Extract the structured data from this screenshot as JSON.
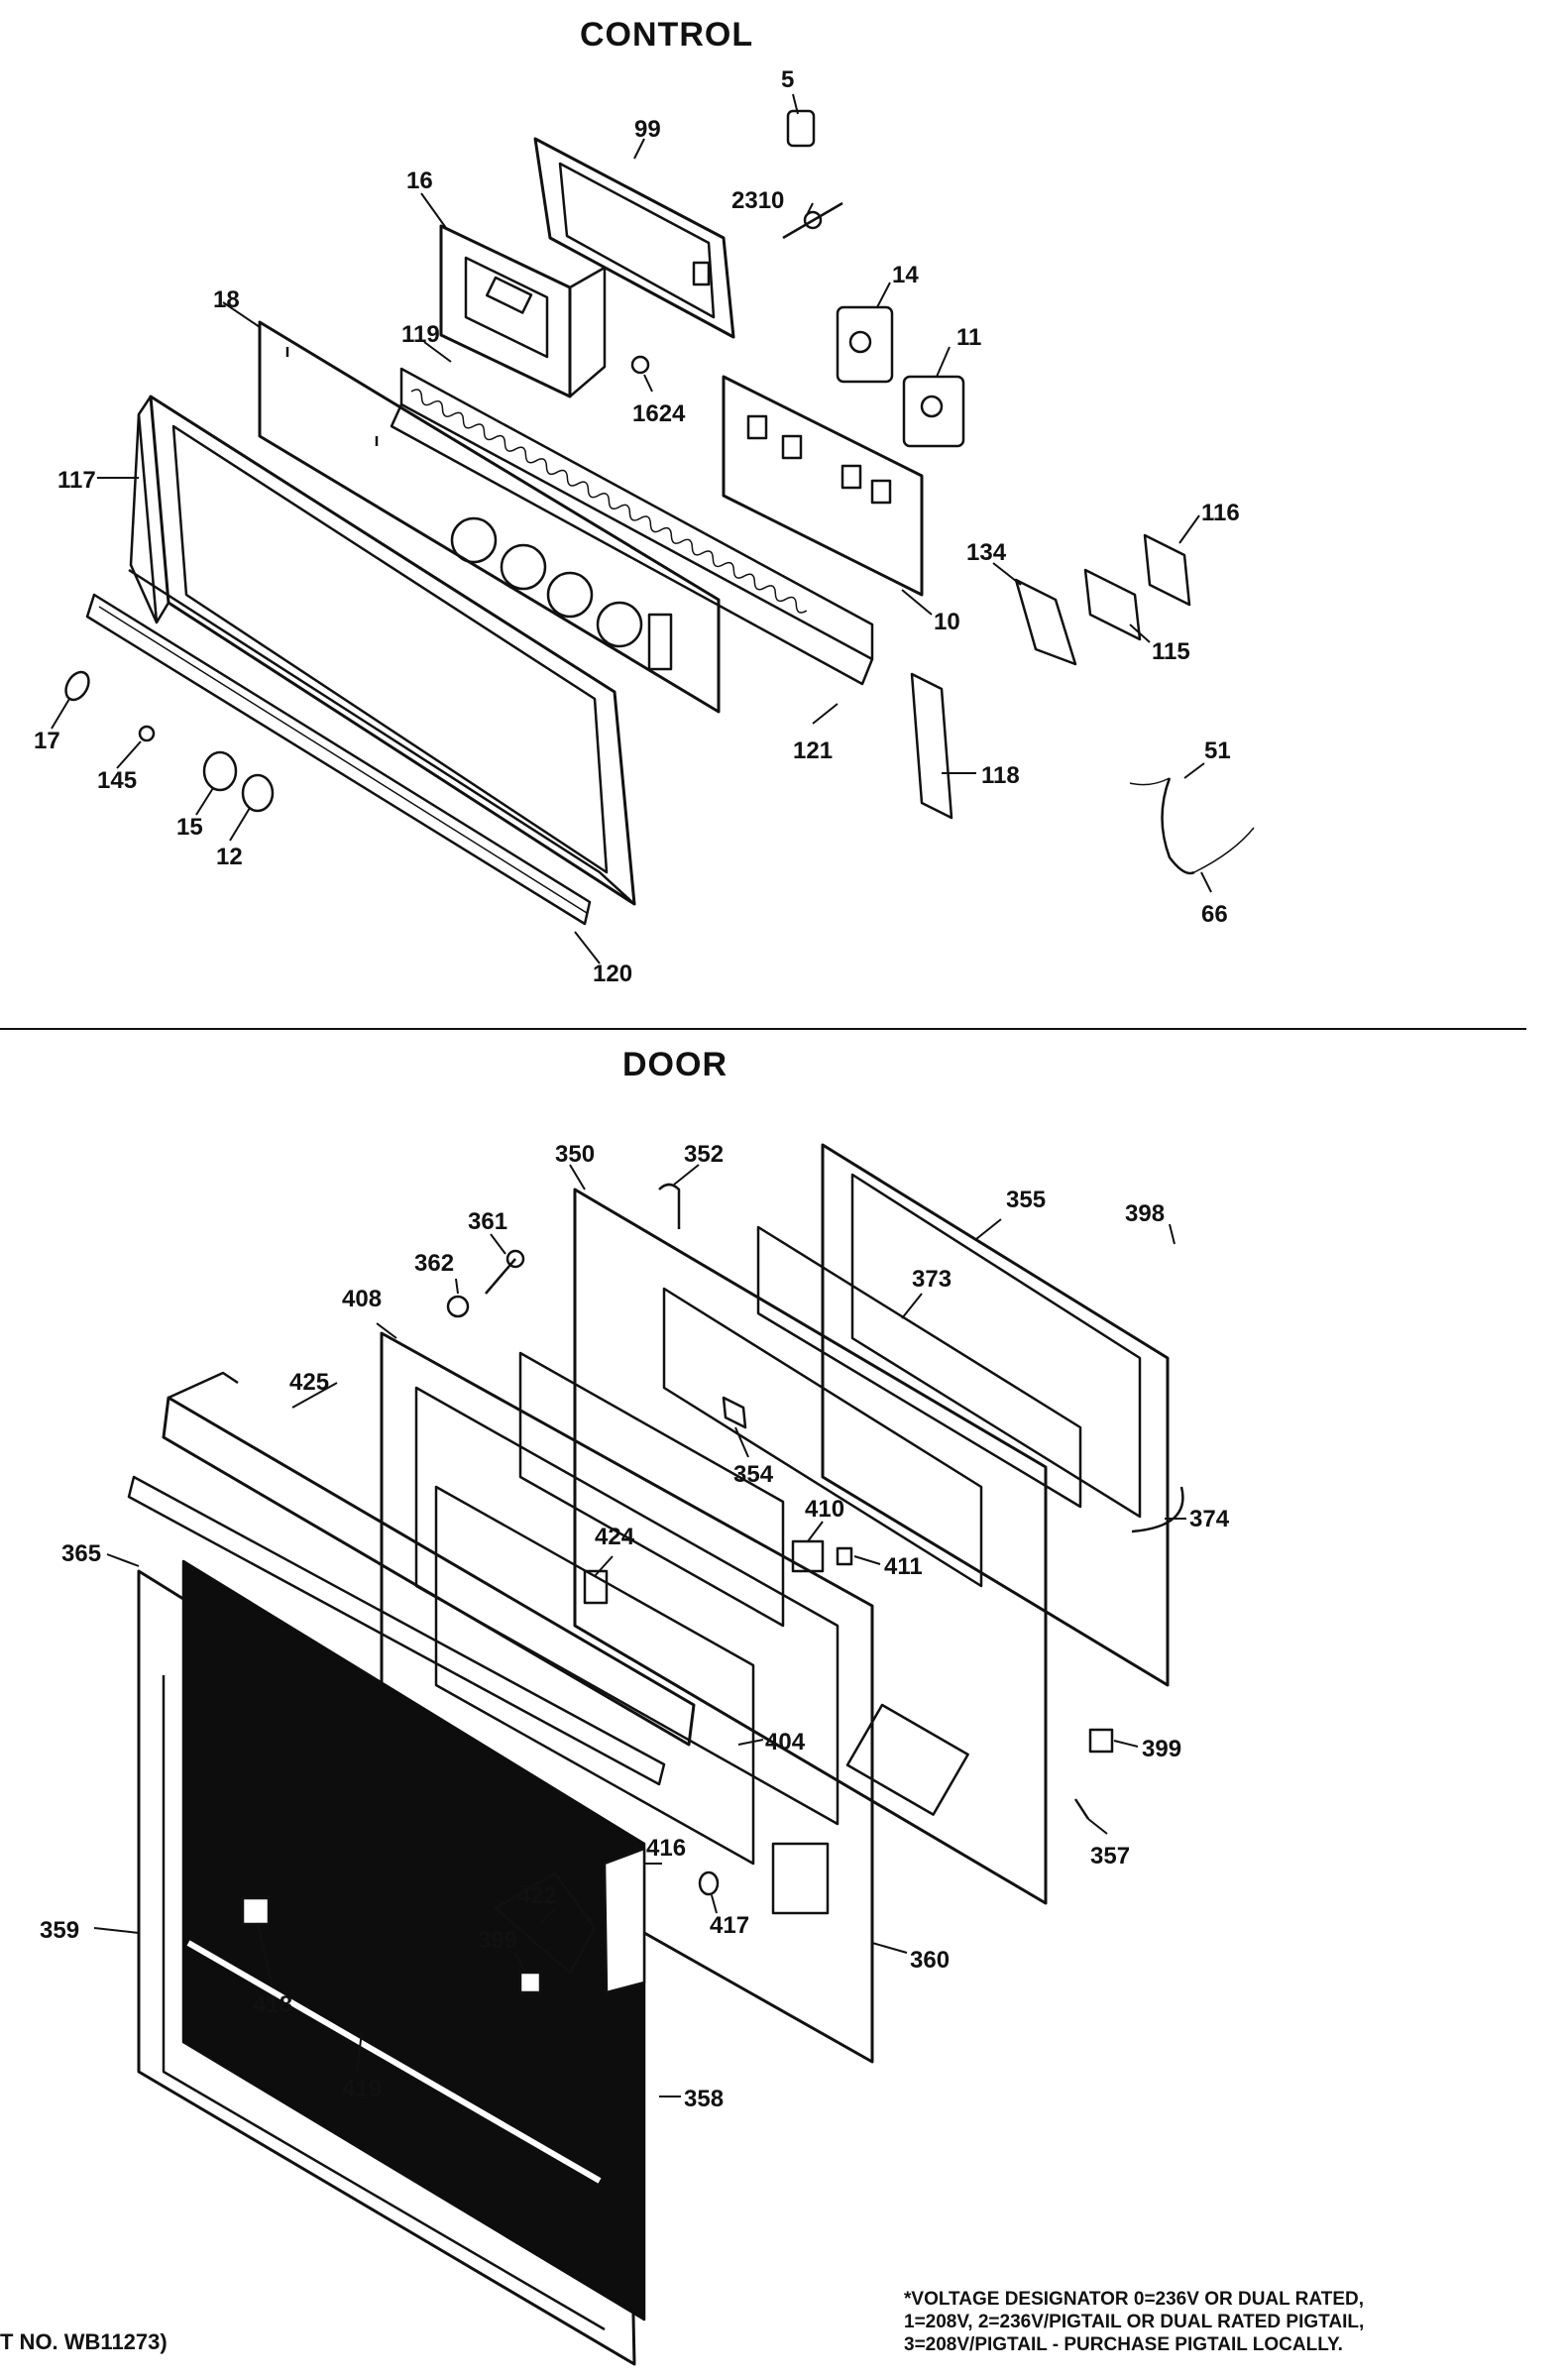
{
  "sections": {
    "control": "CONTROL",
    "door": "DOOR"
  },
  "footer": {
    "part_ref": "T NO. WB11273)",
    "note_lines": [
      "*VOLTAGE DESIGNATOR 0=236V OR DUAL RATED,",
      "1=208V, 2=236V/PIGTAIL OR DUAL RATED PIGTAIL,",
      "3=208V/PIGTAIL - PURCHASE PIGTAIL LOCALLY."
    ]
  },
  "labels": {
    "control": [
      "5",
      "99",
      "16",
      "2310",
      "14",
      "11",
      "18",
      "119",
      "1624",
      "117",
      "116",
      "134",
      "10",
      "115",
      "17",
      "145",
      "15",
      "12",
      "121",
      "118",
      "51",
      "66",
      "120"
    ],
    "door": [
      "350",
      "352",
      "355",
      "398",
      "361",
      "362",
      "373",
      "408",
      "425",
      "354",
      "374",
      "410",
      "411",
      "365",
      "424",
      "399",
      "404",
      "357",
      "416",
      "422",
      "359",
      "399",
      "417",
      "360",
      "418",
      "419",
      "358"
    ]
  }
}
